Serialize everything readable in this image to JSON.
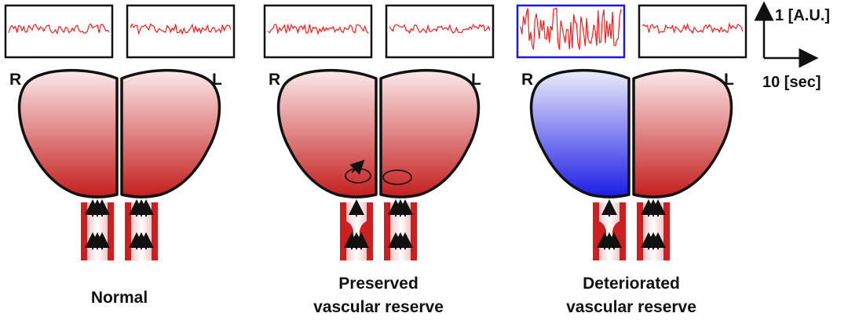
{
  "side_labels": {
    "right": "R",
    "left": "L"
  },
  "scale": {
    "amplitude": "1 [A.U.]",
    "time": "10 [sec]"
  },
  "colors": {
    "trace": "#ff1a1a",
    "box_border": "#111111",
    "highlight_border": "#1a1ad6",
    "vessel_red": "#cc1f1f",
    "brain_red": "#c41e1e",
    "brain_blue": "#1c1ce6"
  },
  "panels": [
    {
      "caption_lines": [
        "Normal"
      ],
      "traces": [
        {
          "side": "R",
          "highlight": false,
          "noise": "low"
        },
        {
          "side": "L",
          "highlight": false,
          "noise": "low"
        }
      ],
      "right_hemisphere_color": "red",
      "right_vessel": "open",
      "rotation_marks": false
    },
    {
      "caption_lines": [
        "Preserved",
        "vascular reserve"
      ],
      "traces": [
        {
          "side": "R",
          "highlight": false,
          "noise": "low"
        },
        {
          "side": "L",
          "highlight": false,
          "noise": "low"
        }
      ],
      "right_hemisphere_color": "red",
      "right_vessel": "stenosis",
      "rotation_marks": true
    },
    {
      "caption_lines": [
        "Deteriorated",
        "vascular reserve"
      ],
      "traces": [
        {
          "side": "R",
          "highlight": true,
          "noise": "high"
        },
        {
          "side": "L",
          "highlight": false,
          "noise": "low"
        }
      ],
      "right_hemisphere_color": "blue",
      "right_vessel": "stenosis",
      "rotation_marks": false
    }
  ]
}
